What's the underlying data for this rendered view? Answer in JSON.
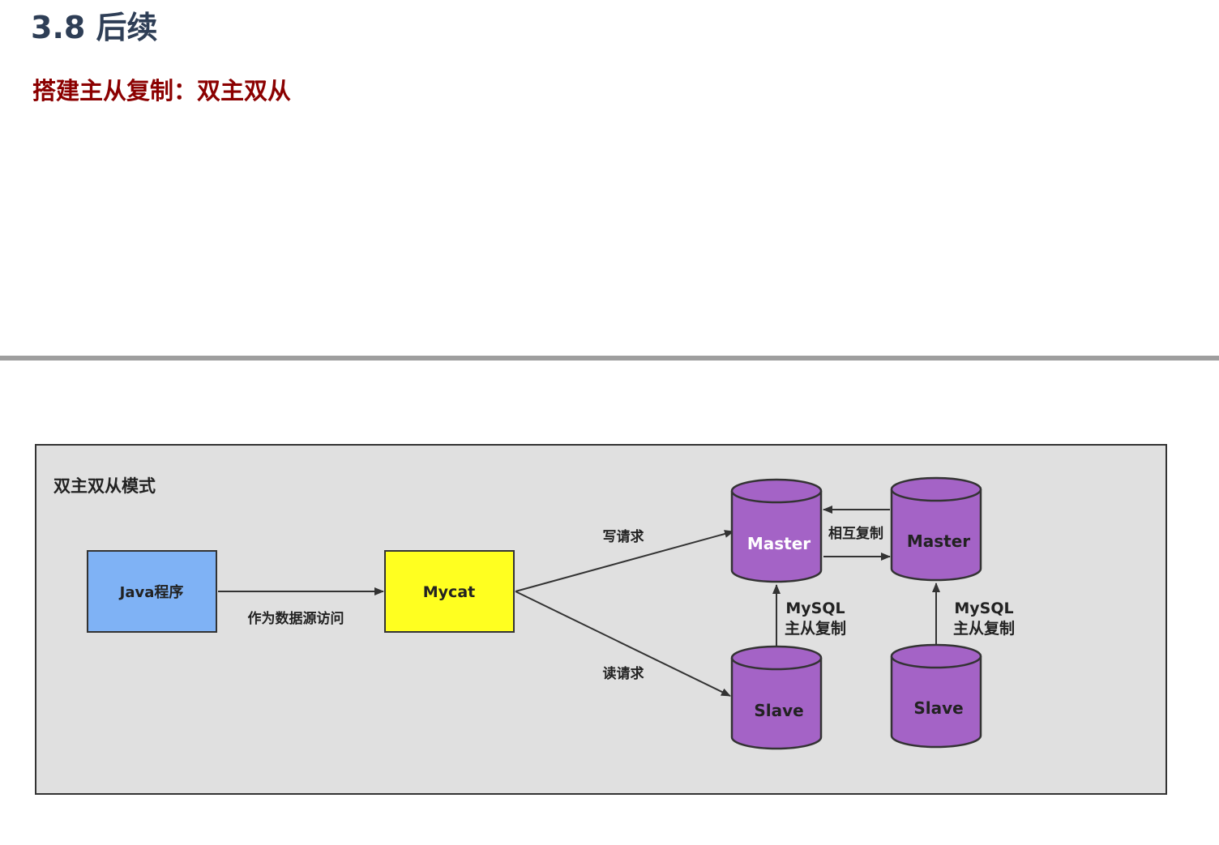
{
  "heading": {
    "title": "3.8 后续",
    "subtitle": "搭建主从复制：双主双从"
  },
  "diagram": {
    "title": "双主双从模式",
    "nodes": {
      "java": "Java程序",
      "mycat": "Mycat",
      "master1": "Master",
      "master2": "Master",
      "slave1": "Slave",
      "slave2": "Slave"
    },
    "edge_labels": {
      "datasource": "作为数据源访问",
      "write": "写请求",
      "read": "读请求",
      "mutual": "相互复制",
      "mysql1_line1": "MySQL",
      "mysql1_line2": "主从复制",
      "mysql2_line1": "MySQL",
      "mysql2_line2": "主从复制"
    },
    "colors": {
      "panel": "#e0e0e0",
      "java_box": "#7fb2f5",
      "mycat_box": "#ffff20",
      "db": "#a463c6"
    }
  }
}
